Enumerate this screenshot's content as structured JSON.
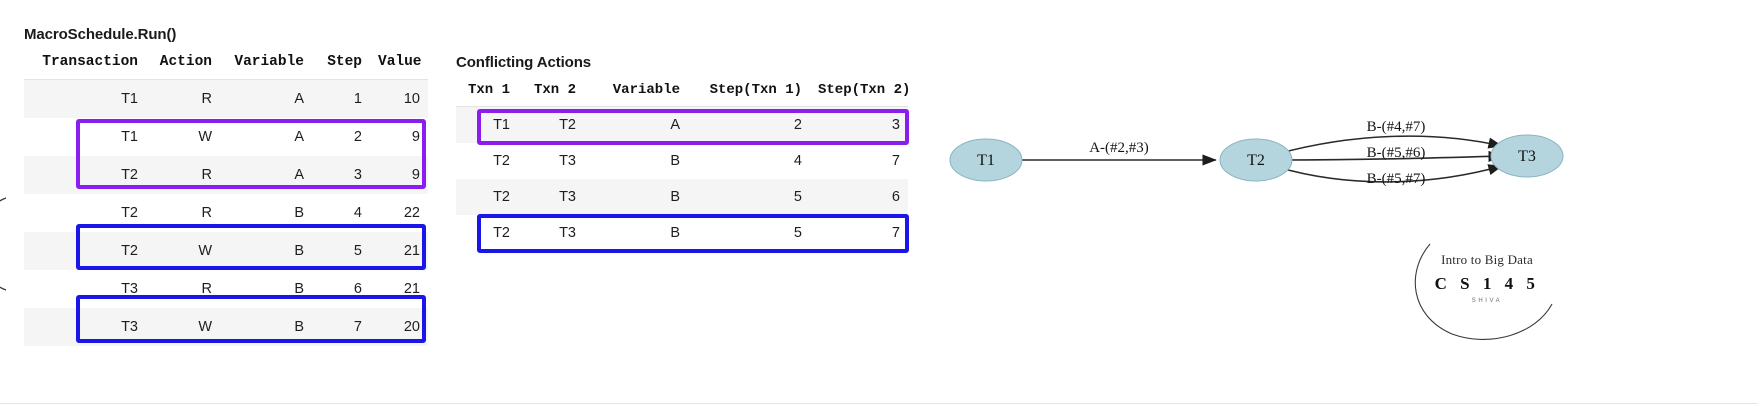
{
  "schedule": {
    "title": "MacroSchedule.Run()",
    "columns": [
      "Transaction",
      "Action",
      "Variable",
      "Step",
      "Value"
    ],
    "rows": [
      {
        "transaction": "T1",
        "action": "R",
        "variable": "A",
        "step": "1",
        "value": "10"
      },
      {
        "transaction": "T1",
        "action": "W",
        "variable": "A",
        "step": "2",
        "value": "9"
      },
      {
        "transaction": "T2",
        "action": "R",
        "variable": "A",
        "step": "3",
        "value": "9"
      },
      {
        "transaction": "T2",
        "action": "R",
        "variable": "B",
        "step": "4",
        "value": "22"
      },
      {
        "transaction": "T2",
        "action": "W",
        "variable": "B",
        "step": "5",
        "value": "21"
      },
      {
        "transaction": "T3",
        "action": "R",
        "variable": "B",
        "step": "6",
        "value": "21"
      },
      {
        "transaction": "T3",
        "action": "W",
        "variable": "B",
        "step": "7",
        "value": "20"
      }
    ]
  },
  "conflicts": {
    "title": "Conflicting Actions",
    "columns": [
      "Txn 1",
      "Txn 2",
      "Variable",
      "Step(Txn 1)",
      "Step(Txn 2)"
    ],
    "rows": [
      {
        "txn1": "T1",
        "txn2": "T2",
        "variable": "A",
        "step1": "2",
        "step2": "3"
      },
      {
        "txn1": "T2",
        "txn2": "T3",
        "variable": "B",
        "step1": "4",
        "step2": "7"
      },
      {
        "txn1": "T2",
        "txn2": "T3",
        "variable": "B",
        "step1": "5",
        "step2": "6"
      },
      {
        "txn1": "T2",
        "txn2": "T3",
        "variable": "B",
        "step1": "5",
        "step2": "7"
      }
    ]
  },
  "graph": {
    "nodes": [
      {
        "id": "T1",
        "label": "T1"
      },
      {
        "id": "T2",
        "label": "T2"
      },
      {
        "id": "T3",
        "label": "T3"
      }
    ],
    "edges": [
      {
        "from": "T1",
        "to": "T2",
        "label": "A-(#2,#3)"
      },
      {
        "from": "T2",
        "to": "T3",
        "label": "B-(#4,#7)"
      },
      {
        "from": "T2",
        "to": "T3",
        "label": "B-(#5,#6)"
      },
      {
        "from": "T2",
        "to": "T3",
        "label": "B-(#5,#7)"
      }
    ]
  },
  "logo": {
    "title": "Intro to Big Data",
    "course": "C S 1 4 5",
    "subtitle": "SHIVA"
  },
  "colors": {
    "highlight_purple": "#8a1ef0",
    "highlight_blue": "#1a15e8",
    "node_fill": "#b4d4de",
    "node_stroke": "#7fa8b4",
    "zebra": "#f5f5f5",
    "edge": "#2a2a2a"
  }
}
